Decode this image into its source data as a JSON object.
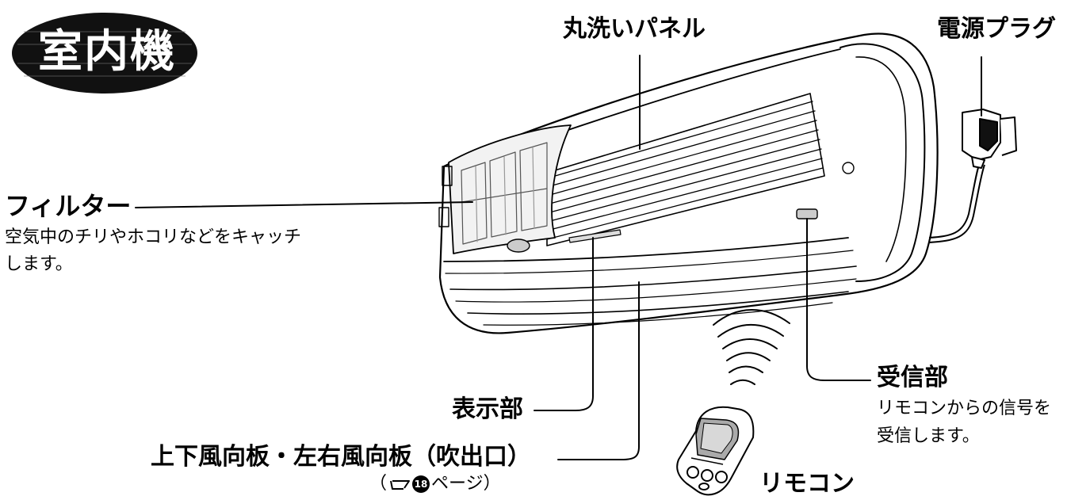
{
  "title": {
    "chars": [
      "室",
      "内",
      "機"
    ]
  },
  "labels": {
    "panel": "丸洗いパネル",
    "plug": "電源プラグ",
    "filter": "フィルター",
    "filter_desc_1": "空気中のチリやホコリなどをキャッチ",
    "filter_desc_2": "します。",
    "receiver": "受信部",
    "receiver_desc_1": "リモコンからの信号を",
    "receiver_desc_2": "受信します。",
    "display": "表示部",
    "louver": "上下風向板・左右風向板（吹出口）",
    "louver_ref_open": "（",
    "louver_ref_num": "18",
    "louver_ref_close": "ページ）",
    "remote": "リモコン"
  },
  "colors": {
    "ink": "#000000",
    "badge": "#111111",
    "paper": "#ffffff"
  },
  "icons": {
    "reference": "pointing-hand-icon"
  }
}
